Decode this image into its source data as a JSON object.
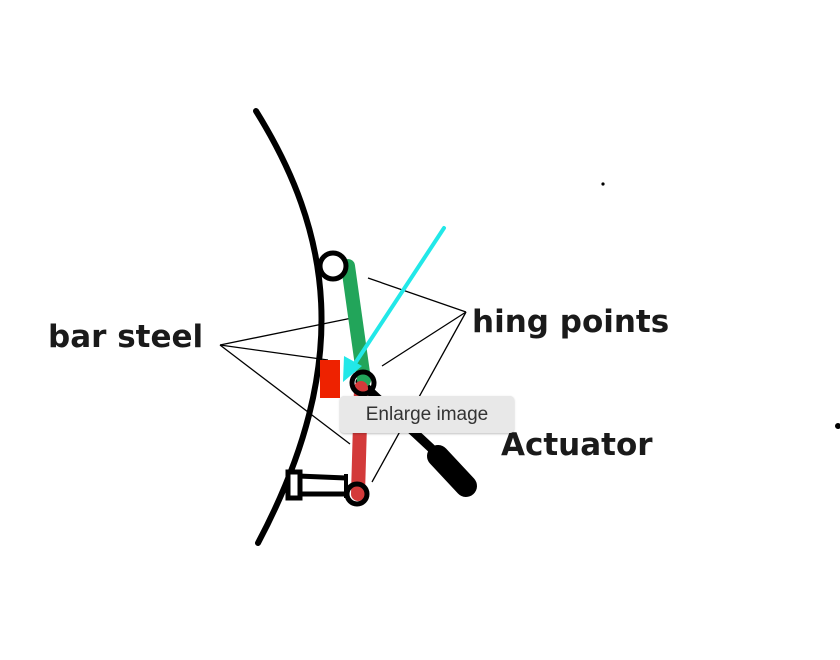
{
  "labels": {
    "bar_steel": "bar steel",
    "hing_points": "hing points",
    "actuator": "Actuator"
  },
  "tooltip": {
    "text": "Enlarge image"
  },
  "colors": {
    "outline": "#000000",
    "green_arm": "#22a55a",
    "red_arm": "#d33a3a",
    "red_marker": "#ee2200",
    "cyan_arrow": "#22e8e8",
    "tooltip_bg": "#e8e8e8"
  }
}
